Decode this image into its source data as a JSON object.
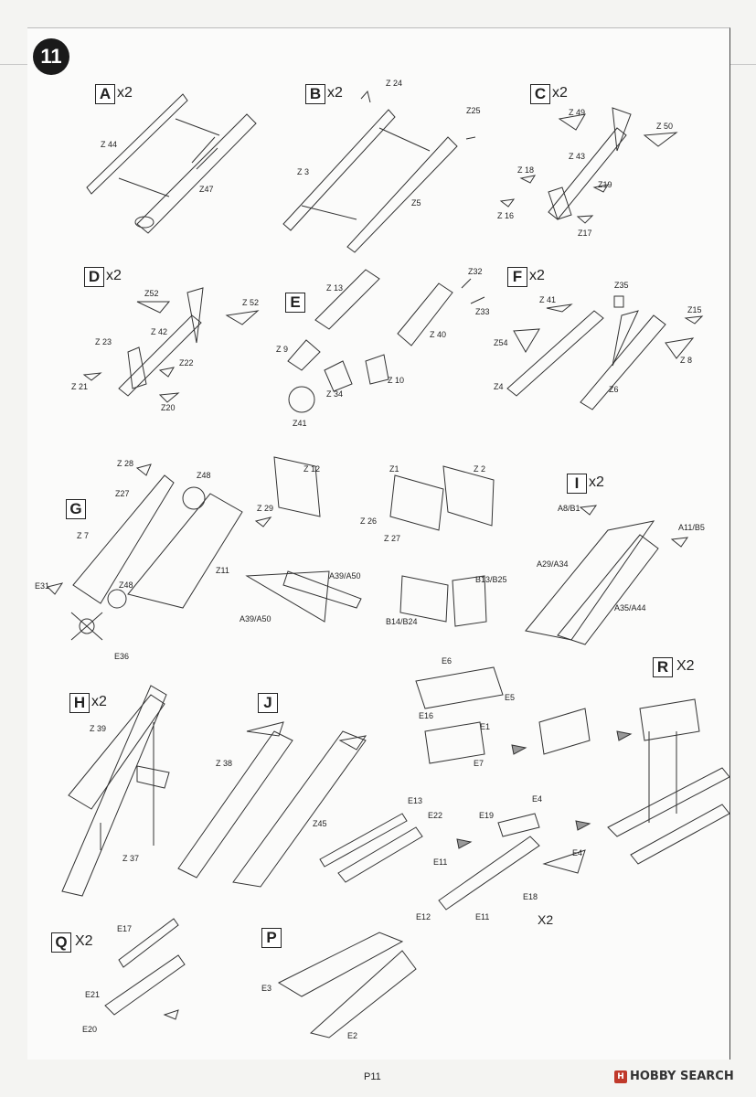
{
  "step": {
    "number": "11"
  },
  "groups": [
    {
      "key": "A",
      "mult": "x2"
    },
    {
      "key": "B",
      "mult": "x2"
    },
    {
      "key": "C",
      "mult": "x2"
    },
    {
      "key": "D",
      "mult": "x2"
    },
    {
      "key": "E",
      "mult": ""
    },
    {
      "key": "F",
      "mult": "x2"
    },
    {
      "key": "G",
      "mult": ""
    },
    {
      "key": "I",
      "mult": "x2"
    },
    {
      "key": "H",
      "mult": "x2"
    },
    {
      "key": "J",
      "mult": ""
    },
    {
      "key": "R",
      "mult": "X2"
    },
    {
      "key": "Q",
      "mult": "X2"
    },
    {
      "key": "P",
      "mult": ""
    }
  ],
  "labels": {
    "a_z44": "Z 44",
    "a_z47": "Z47",
    "b_z24": "Z 24",
    "b_z25": "Z25",
    "b_z3": "Z 3",
    "b_z5": "Z5",
    "c_z49": "Z 49",
    "c_z50": "Z 50",
    "c_z43": "Z 43",
    "c_z18": "Z 18",
    "c_z19": "Z19",
    "c_z16": "Z 16",
    "c_z17": "Z17",
    "d_z52a": "Z52",
    "d_z52b": "Z 52",
    "d_z42": "Z 42",
    "d_z23": "Z 23",
    "d_z22": "Z22",
    "d_z21": "Z 21",
    "d_z20": "Z20",
    "e_z13": "Z 13",
    "e_z32": "Z32",
    "e_z33": "Z33",
    "e_z40": "Z 40",
    "e_z9": "Z 9",
    "e_z10": "Z 10",
    "e_z34": "Z 34",
    "e_z41": "Z41",
    "f_z41": "Z  41",
    "f_z35": "Z35",
    "f_z15": "Z15",
    "f_z54": "Z54",
    "f_z8": "Z 8",
    "f_z4": "Z4",
    "f_z6": "Z6",
    "g_z28": "Z 28",
    "g_z48a": "Z48",
    "g_z27": "Z27",
    "g_z29": "Z 29",
    "g_z7": "Z 7",
    "g_e31": "E31",
    "g_z48b": "Z48",
    "g_z11": "Z11",
    "g_e36": "E36",
    "m_z12": "Z 12",
    "m_a39a": "A39/A50",
    "m_a39b": "A39/A50",
    "n_z1": "Z1",
    "n_z2": "Z 2",
    "n_z26": "Z 26",
    "n_z27": "Z 27",
    "n_b13": "B13/B25",
    "n_b14": "B14/B24",
    "i_a8": "A8/B1",
    "i_a11": "A11/B5",
    "i_a29": "A29/A34",
    "i_a35": "A35/A44",
    "h_z39": "Z 39",
    "h_z37": "Z 37",
    "j_z38": "Z 38",
    "j_z45": "Z45",
    "k_e6": "E6",
    "k_e5": "E5",
    "k_e16": "E16",
    "k_e1": "E1",
    "k_e7": "E7",
    "k_e13": "E13",
    "k_e22": "E22",
    "k_e19": "E19",
    "k_e4a": "E4",
    "k_e4b": "E4",
    "k_e11a": "E11",
    "k_e18": "E18",
    "k_e12": "E12",
    "k_e11b": "E11",
    "k_x2": "X2",
    "q_e17": "E17",
    "q_e21": "E21",
    "q_e20": "E20",
    "p_e3": "E3",
    "p_e2": "E2"
  },
  "footer": {
    "page": "P11",
    "watermark": "HOBBY SEARCH",
    "watermark_icon": "H"
  }
}
